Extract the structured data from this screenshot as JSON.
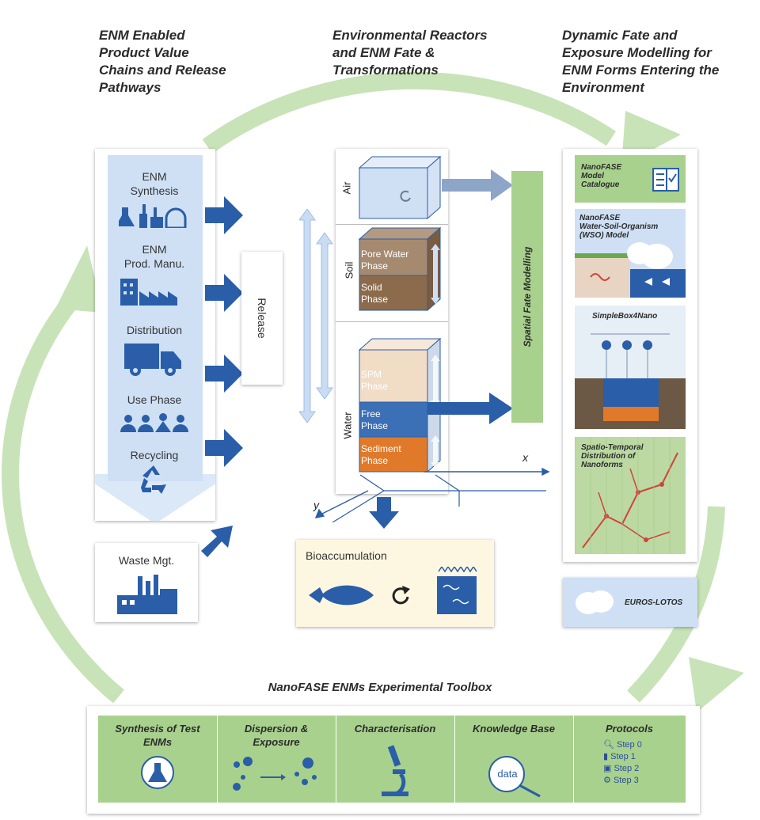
{
  "headers": {
    "col1": "ENM Enabled\nProduct Value\nChains and Release\nPathways",
    "col2": "Environmental Reactors\nand ENM Fate &\nTransformations",
    "col3": "Dynamic Fate and\nExposure Modelling for\nENM Forms Entering the\nEnvironment"
  },
  "value_chain": {
    "steps": [
      "ENM\nSynthesis",
      "ENM\nProd. Manu.",
      "Distribution",
      "Use Phase",
      "Recycling"
    ],
    "waste": "Waste Mgt.",
    "release": "Release"
  },
  "reactor": {
    "compartments": {
      "air": "Air",
      "soil": "Soil",
      "water": "Water"
    },
    "phases": {
      "pore_water": "Pore Water\nPhase",
      "solid": "Solid\nPhase",
      "spm": "SPM\nPhase",
      "free": "Free\nPhase",
      "sediment": "Sediment\nPhase"
    },
    "axes": {
      "x": "x",
      "y": "y"
    },
    "bioaccumulation": "Bioaccumulation",
    "spatial": "Spatial Fate Modelling"
  },
  "models": {
    "catalogue": "NanoFASE\nModel\nCatalogue",
    "wso": "NanoFASE\nWater-Soil-Organism\n(WSO) Model",
    "simplebox": "SimpleBox4Nano",
    "spatio": "Spatio-Temporal\nDistribution of\nNanoforms",
    "euros": "EUROS-LOTOS"
  },
  "toolbox": {
    "title": "NanoFASE ENMs Experimental Toolbox",
    "columns": [
      {
        "title": "Synthesis of Test\nENMs"
      },
      {
        "title": "Dispersion &\nExposure"
      },
      {
        "title": "Characterisation"
      },
      {
        "title": "Knowledge Base",
        "icon_text": "data"
      },
      {
        "title": "Protocols",
        "steps": [
          "Step 0",
          "Step 1",
          "Step 2",
          "Step 3"
        ]
      }
    ]
  },
  "colors": {
    "ring": "#c8e3b8",
    "chain": "#cfe0f5",
    "arrow": "#2a5ea8",
    "toolbox": "#a9d18e",
    "spm": "#f1dcc6",
    "free": "#3b6fb6",
    "sediment": "#e07a2a",
    "soil": "#8b6b4c"
  }
}
